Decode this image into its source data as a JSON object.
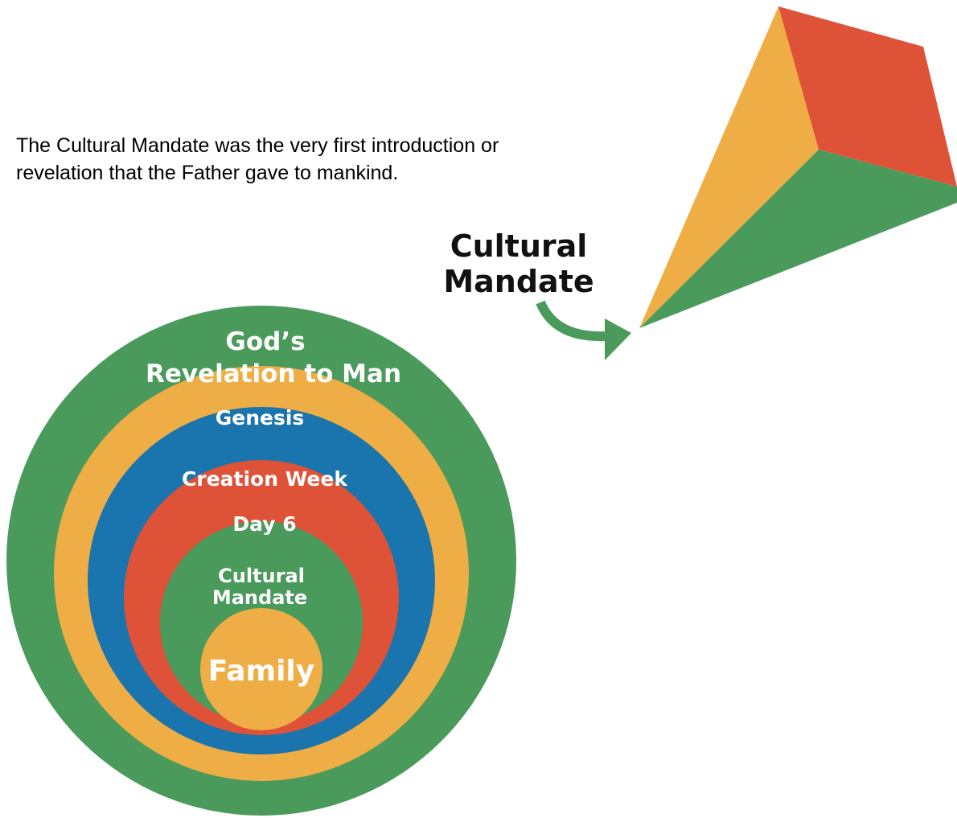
{
  "intro": {
    "line1": "The Cultural Mandate was the very first introduction or",
    "line2": "revelation that the Father gave to mankind."
  },
  "callout": {
    "line1": "Cultural",
    "line2": "Mandate"
  },
  "rings": [
    {
      "lines": [
        "God’s",
        "Revelation to Man"
      ],
      "color": "#4a9a5c"
    },
    {
      "lines": [
        "Genesis"
      ],
      "color": "#efad45"
    },
    {
      "lines": [
        "Creation Week"
      ],
      "color": "#1a74ad"
    },
    {
      "lines": [
        "Day 6"
      ],
      "color": "#de5238"
    },
    {
      "lines": [
        "Cultural",
        "Mandate"
      ],
      "color": "#4a9a5c"
    },
    {
      "lines": [
        "Family"
      ],
      "color": "#efad45"
    }
  ],
  "pyramid": {
    "face_colors": [
      "#efad45",
      "#de5238",
      "#4a9a5c"
    ]
  },
  "arrow": {
    "color": "#4a9a5c",
    "icon": "curved-arrow-icon"
  }
}
